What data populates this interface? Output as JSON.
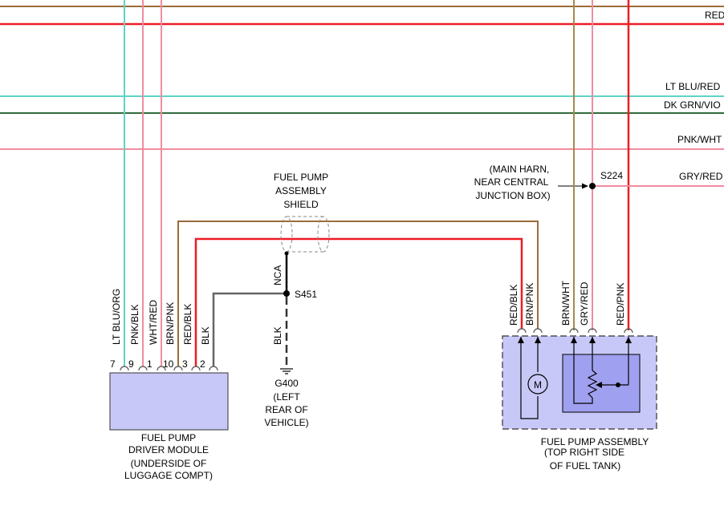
{
  "bus_wires": {
    "red": "RED",
    "lt_blu_red": "LT BLU/RED",
    "dk_grn_vio": "DK GRN/VIO",
    "pnk_wht": "PNK/WHT",
    "gry_red": "GRY/RED"
  },
  "module": {
    "title_line1": "FUEL PUMP",
    "title_line2": "DRIVER MODULE",
    "loc_line1": "(UNDERSIDE OF",
    "loc_line2": "LUGGAGE COMPT)",
    "pins": [
      {
        "pin": "7",
        "color": "LT BLU/ORG"
      },
      {
        "pin": "9",
        "color": "PNK/BLK"
      },
      {
        "pin": "1",
        "color": "WHT/RED"
      },
      {
        "pin": "10",
        "color": "BRN/PNK"
      },
      {
        "pin": "3",
        "color": "RED/BLK"
      },
      {
        "pin": "2",
        "color": "BLK"
      }
    ]
  },
  "shield": {
    "line1": "FUEL PUMP",
    "line2": "ASSEMBLY",
    "line3": "SHIELD"
  },
  "splice_s451": {
    "label": "S451",
    "nca": "NCA",
    "blk": "BLK"
  },
  "ground": {
    "label": "G400",
    "loc_line1": "(LEFT",
    "loc_line2": "REAR OF",
    "loc_line3": "VEHICLE)"
  },
  "splice_s224": {
    "label": "S224",
    "loc_line1": "(MAIN HARN,",
    "loc_line2": "NEAR CENTRAL",
    "loc_line3": "JUNCTION BOX)"
  },
  "pump_assembly": {
    "title": "FUEL PUMP ASSEMBLY",
    "loc_line1": "(TOP RIGHT SIDE",
    "loc_line2": "OF FUEL TANK)",
    "motor_label": "M",
    "wires": [
      "RED/BLK",
      "BRN/PNK",
      "BRN/WHT",
      "GRY/RED",
      "RED/PNK"
    ]
  },
  "colors": {
    "red": "#ee1c25",
    "brown": "#9c6b3a",
    "lt_blue": "#5fd3c6",
    "dk_green": "#2f6b3a",
    "pink": "#f08ca0",
    "gray": "#666666",
    "black": "#000000",
    "tan": "#a58a4a",
    "module_fill": "#c8c8f8",
    "pump_fill": "#c8c8f8",
    "sender_fill": "#a0a0f0"
  }
}
